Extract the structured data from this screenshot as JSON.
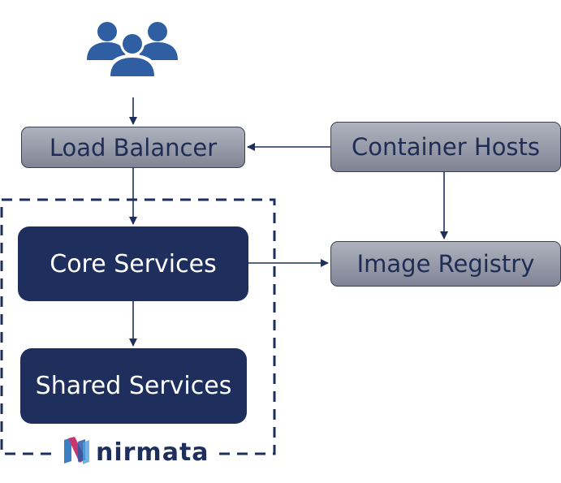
{
  "nodes": {
    "load_balancer": "Load Balancer",
    "container_hosts": "Container Hosts",
    "core_services": "Core Services",
    "image_registry": "Image Registry",
    "shared_services": "Shared Services"
  },
  "logo": {
    "text": "nirmata"
  },
  "icons": {
    "users": "users-group-icon",
    "logo_mark": "nirmata-logo-icon"
  },
  "colors": {
    "navy": "#1e2f5e",
    "grey_box": "#969aa8",
    "arrow": "#1e2f5e",
    "logo_magenta": "#c8356f",
    "logo_blue": "#3b7fc4"
  }
}
